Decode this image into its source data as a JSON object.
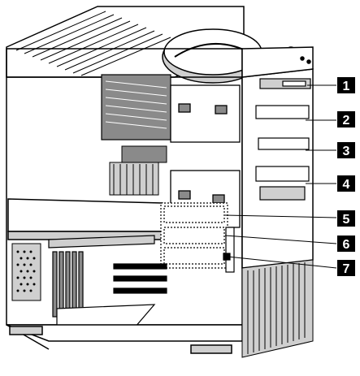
{
  "callouts": [
    {
      "number": "1",
      "label_text": "1"
    },
    {
      "number": "2",
      "label_text": "2"
    },
    {
      "number": "3",
      "label_text": "3"
    },
    {
      "number": "4",
      "label_text": "4"
    },
    {
      "number": "5",
      "label_text": "5"
    },
    {
      "number": "6",
      "label_text": "6"
    },
    {
      "number": "7",
      "label_text": "7"
    }
  ],
  "colors": {
    "ink": "#000000",
    "paper": "#ffffff",
    "shade": "#cfcfcf",
    "dark_shade": "#8a8a8a",
    "callout_fill": "#000000",
    "callout_text": "#ffffff"
  }
}
